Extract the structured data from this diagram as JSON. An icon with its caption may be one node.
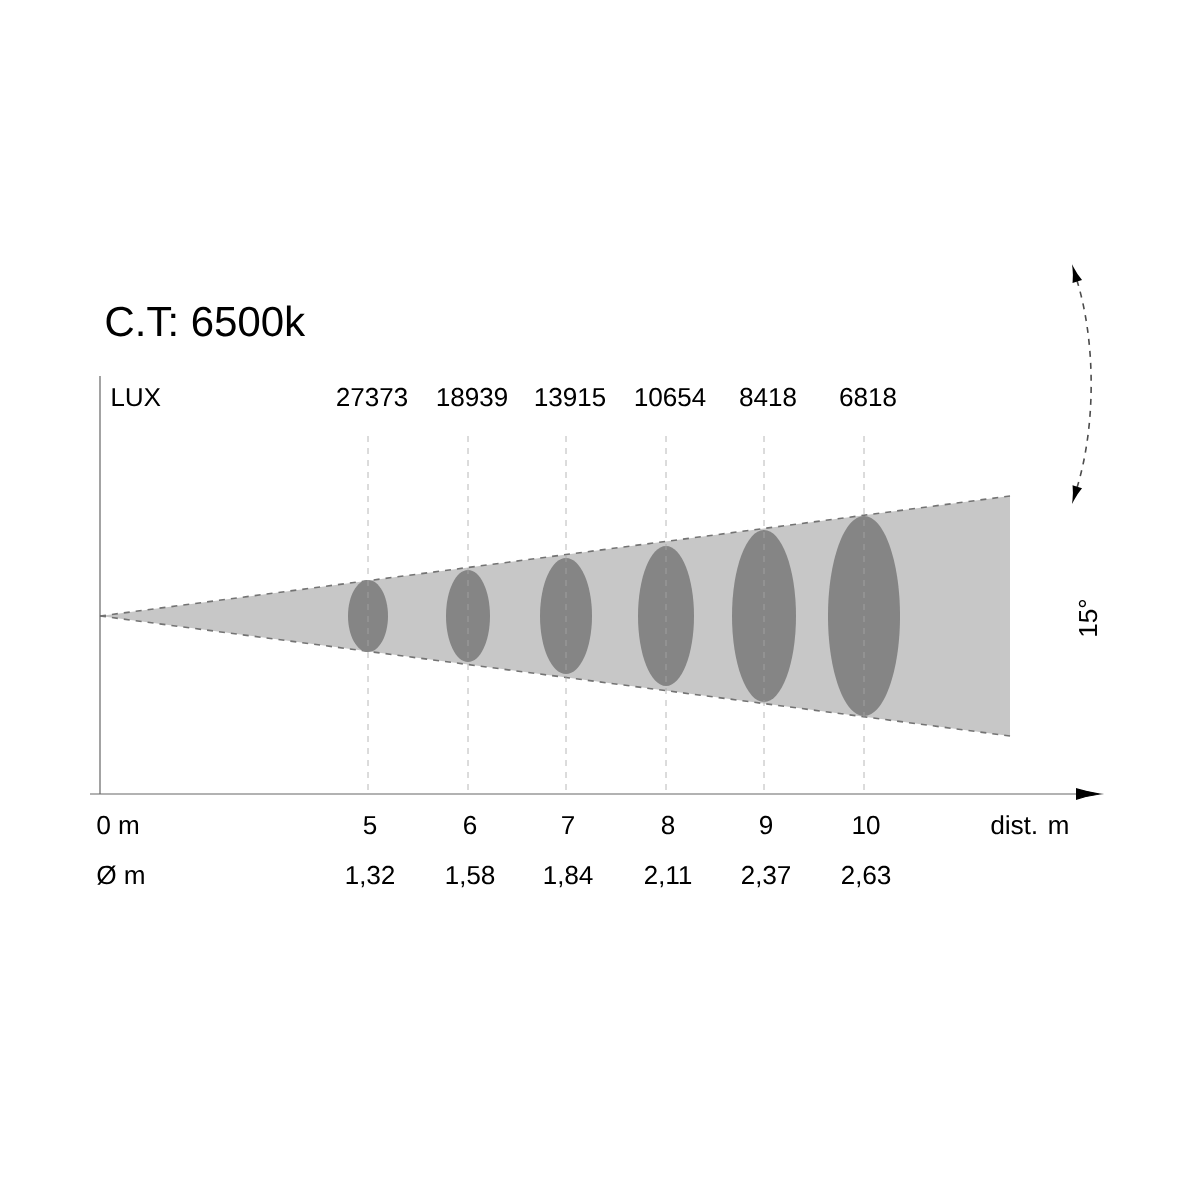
{
  "diagram": {
    "title": "C.T: 6500k",
    "labels": [
      "LUX",
      "27373",
      "18939",
      "13915",
      "10654",
      "8418",
      "6818",
      "15°",
      "0 m",
      "5",
      "6",
      "7",
      "8",
      "9",
      "10",
      "dist. m",
      "Ø m",
      "1,32",
      "1,58",
      "1,84",
      "2,11",
      "2,37",
      "2,63"
    ]
  }
}
